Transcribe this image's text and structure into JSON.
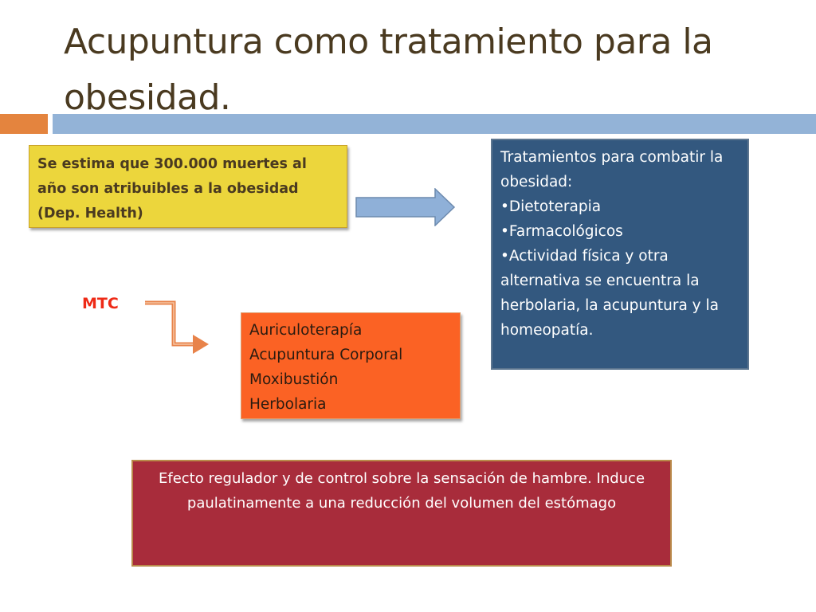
{
  "slide": {
    "title": "Acupuntura como tratamiento para la obesidad.",
    "colors": {
      "title_text": "#4a3a20",
      "accent_orange_bar": "#e4843e",
      "accent_blue_bar": "#93b3d7",
      "yellow_box": "#ecd63c",
      "navy_box": "#33587f",
      "orange_box": "#fb6224",
      "red_box": "#a82c3b",
      "mtc_label": "#ee2a16",
      "blue_arrow": "#8fb0d8",
      "orange_arrow": "#e8834a"
    }
  },
  "stat_box": {
    "text": "Se estima que 300.000 muertes al año son atribuibles a la obesidad (Dep. Health)"
  },
  "treatments_box": {
    "heading": "Tratamientos para combatir la obesidad:",
    "items": [
      "•Dietoterapia",
      "•Farmacológicos",
      "•Actividad física y otra alternativa se encuentra la herbolaria, la acupuntura y la homeopatía."
    ]
  },
  "mtc": {
    "label": "MTC",
    "techniques": [
      "Auriculoterapía",
      "Acupuntura Corporal",
      "Moxibustión",
      "Herbolaria"
    ]
  },
  "effect_box": {
    "text": "Efecto regulador y de control sobre la sensación de hambre. Induce paulatinamente a una reducción del volumen del estómago"
  }
}
